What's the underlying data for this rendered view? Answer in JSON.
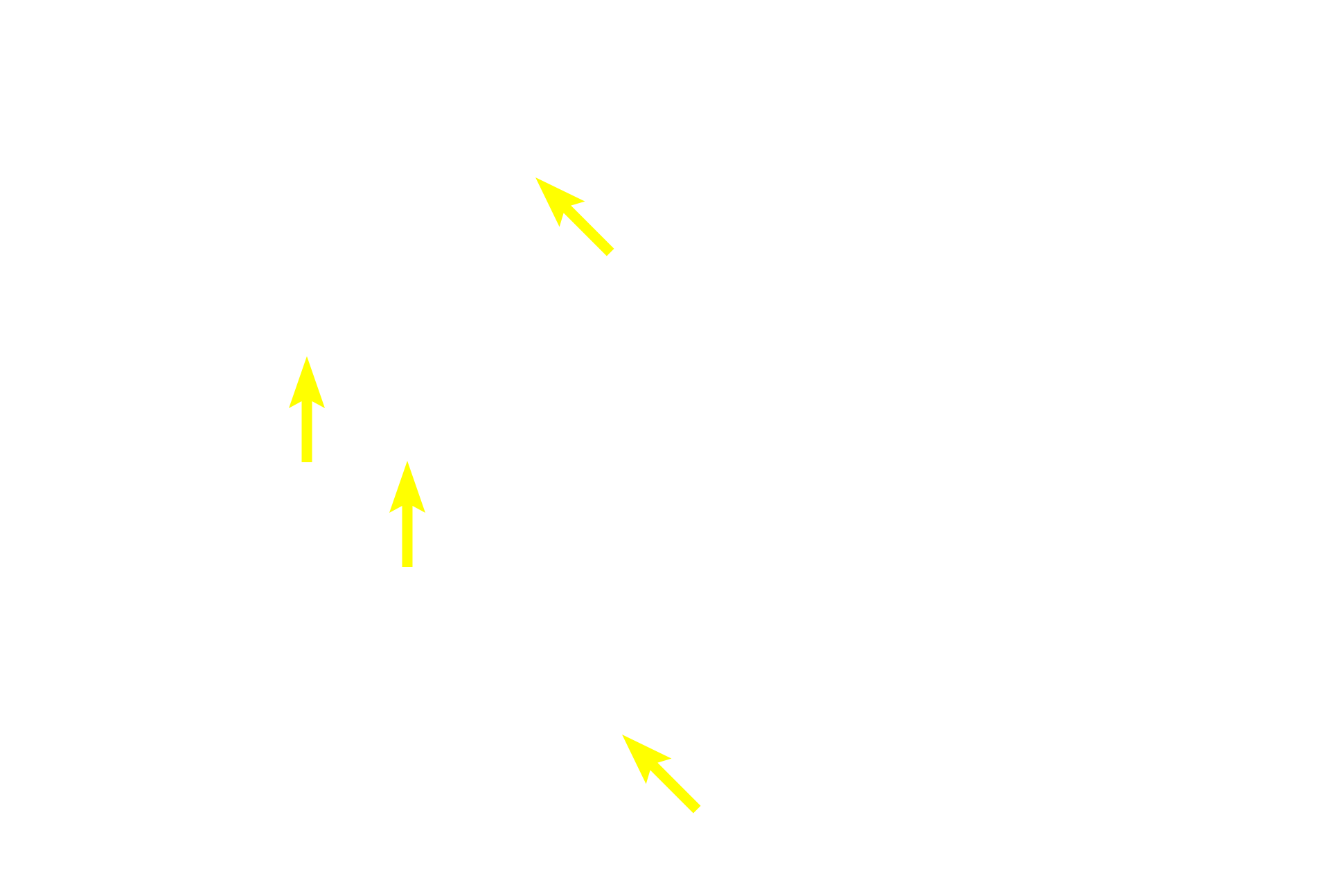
{
  "background_color": "#ffffff",
  "arrow_color": "#ffff00",
  "arrows": [
    {
      "direction": "up-left"
    },
    {
      "direction": "up"
    },
    {
      "direction": "up"
    },
    {
      "direction": "up-left"
    }
  ]
}
